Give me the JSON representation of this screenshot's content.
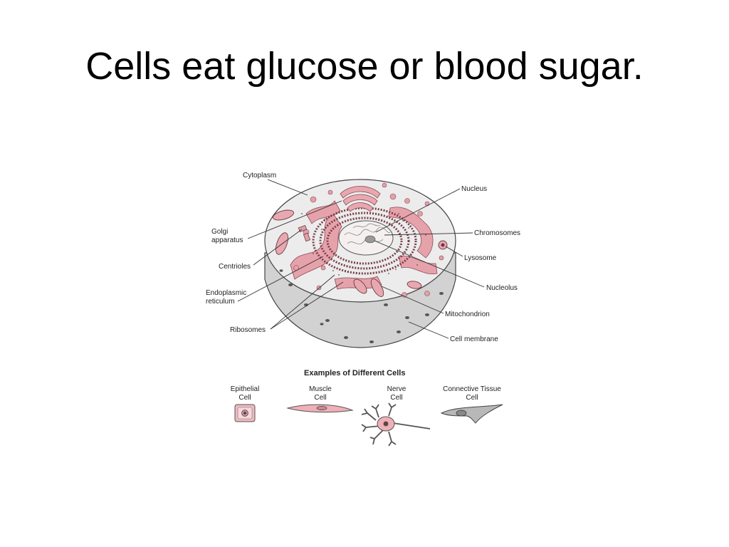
{
  "slide": {
    "title": "Cells eat glucose or blood sugar."
  },
  "diagram": {
    "labels": {
      "cytoplasm": "Cytoplasm",
      "golgi_1": "Golgi",
      "golgi_2": "apparatus",
      "centrioles": "Centrioles",
      "er_1": "Endoplasmic",
      "er_2": "reticulum",
      "ribosomes": "Ribosomes",
      "nucleus": "Nucleus",
      "chromosomes": "Chromosomes",
      "lysosome": "Lysosome",
      "nucleolus": "Nucleolus",
      "mitochondrion": "Mitochondrion",
      "cell_membrane": "Cell membrane"
    },
    "examples": {
      "heading": "Examples of Different Cells",
      "epithelial_1": "Epithelial",
      "epithelial_2": "Cell",
      "muscle_1": "Muscle",
      "muscle_2": "Cell",
      "nerve_1": "Nerve",
      "nerve_2": "Cell",
      "connective_1": "Connective Tissue",
      "connective_2": "Cell"
    },
    "colors": {
      "organelle_pink": "#e8a0a8",
      "organelle_dark": "#b0606c",
      "cytoplasm": "#eeeeee",
      "membrane_side": "#cfcfcf"
    }
  }
}
